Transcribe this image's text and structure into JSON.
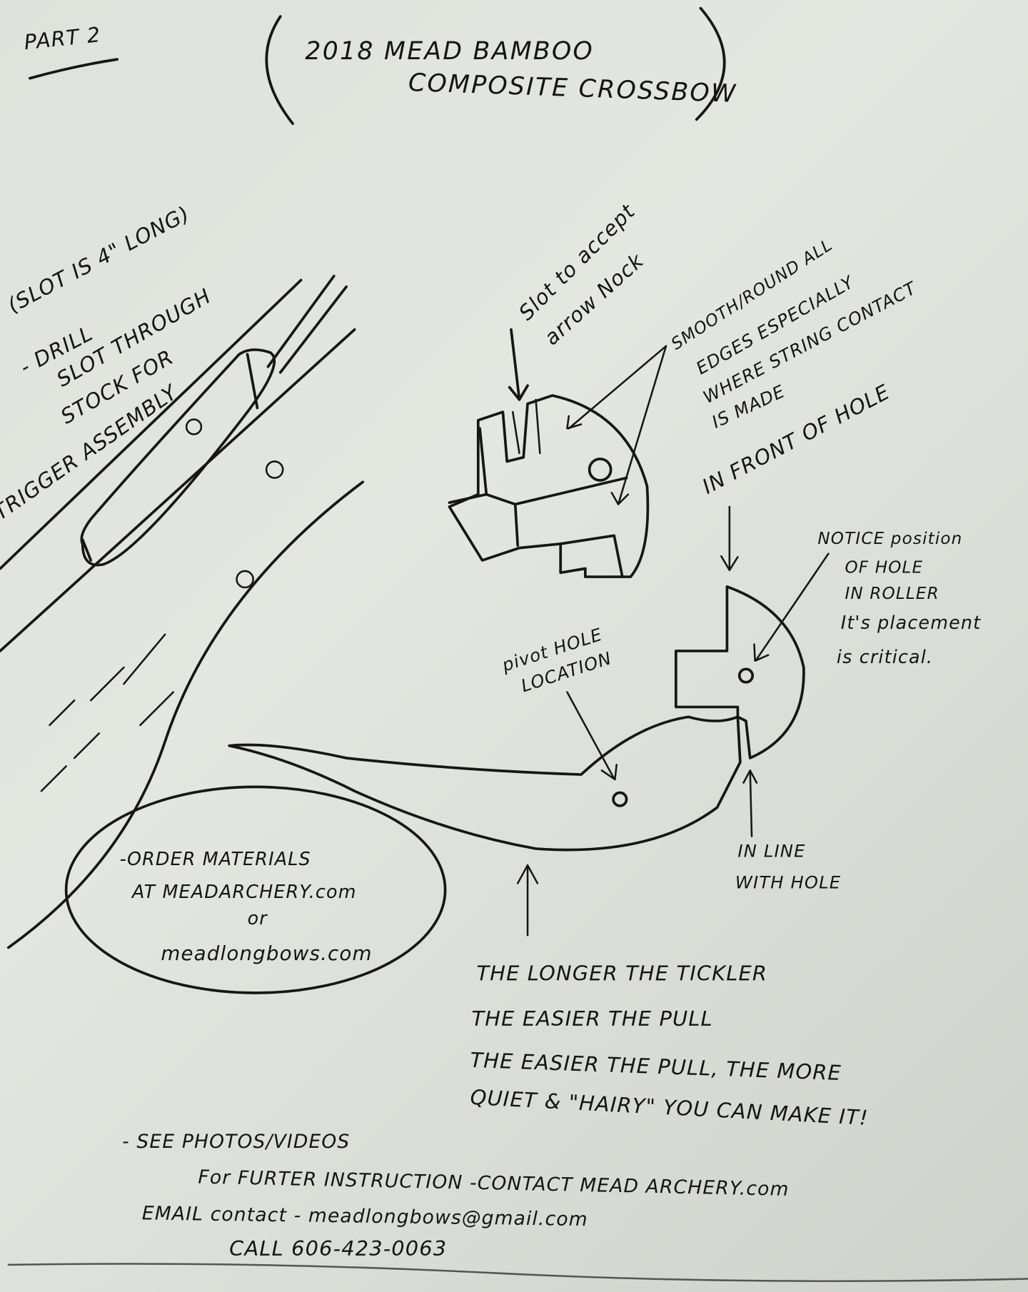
{
  "header": {
    "part": "PART 2",
    "title_line1": "2018   MEAD BAMBOO",
    "title_line2": "COMPOSITE CROSSBOW"
  },
  "left_notes": {
    "slot_length": "(SLOT IS 4\" LONG)",
    "drill_line1": "- DRILL",
    "drill_line2": "SLOT THROUGH",
    "drill_line3": "STOCK FOR",
    "drill_line4": "TRIGGER ASSEMBLY"
  },
  "nut_notes": {
    "slot_line1": "Slot to accept",
    "slot_line2": "arrow Nock",
    "smooth_line1": "SMOOTH/ROUND ALL",
    "smooth_line2": "EDGES ESPECIALLY",
    "smooth_line3": "WHERE STRING CONTACT",
    "smooth_line4": "IS MADE",
    "front_of_hole": "IN FRONT OF HOLE"
  },
  "roller_notes": {
    "line1": "NOTICE position",
    "line2": "OF HOLE",
    "line3": "IN ROLLER",
    "line4": "It's placement",
    "line5": "is critical."
  },
  "trigger_notes": {
    "pivot_line1": "pivot HOLE",
    "pivot_line2": "LOCATION",
    "inline_line1": "IN LINE",
    "inline_line2": "WITH HOLE"
  },
  "order_box": {
    "line1": "-ORDER MATERIALS",
    "line2": "AT MEADARCHERY.com",
    "line3": "or",
    "line4": "meadlongbows.com"
  },
  "tickler_notes": {
    "line1": "THE LONGER  THE TICKLER",
    "line2": "THE  EASIER THE PULL",
    "line3": "THE EASIER THE PULL, THE MORE",
    "line4": "QUIET & \"HAIRY\" YOU CAN MAKE IT!"
  },
  "footer": {
    "line1": "- SEE PHOTOS/VIDEOS",
    "line2": "For FURTER INSTRUCTION -CONTACT MEAD ARCHERY.com",
    "line3": "EMAIL contact - meadlongbows@gmail.com",
    "line4": "CALL 606-423-0063"
  }
}
